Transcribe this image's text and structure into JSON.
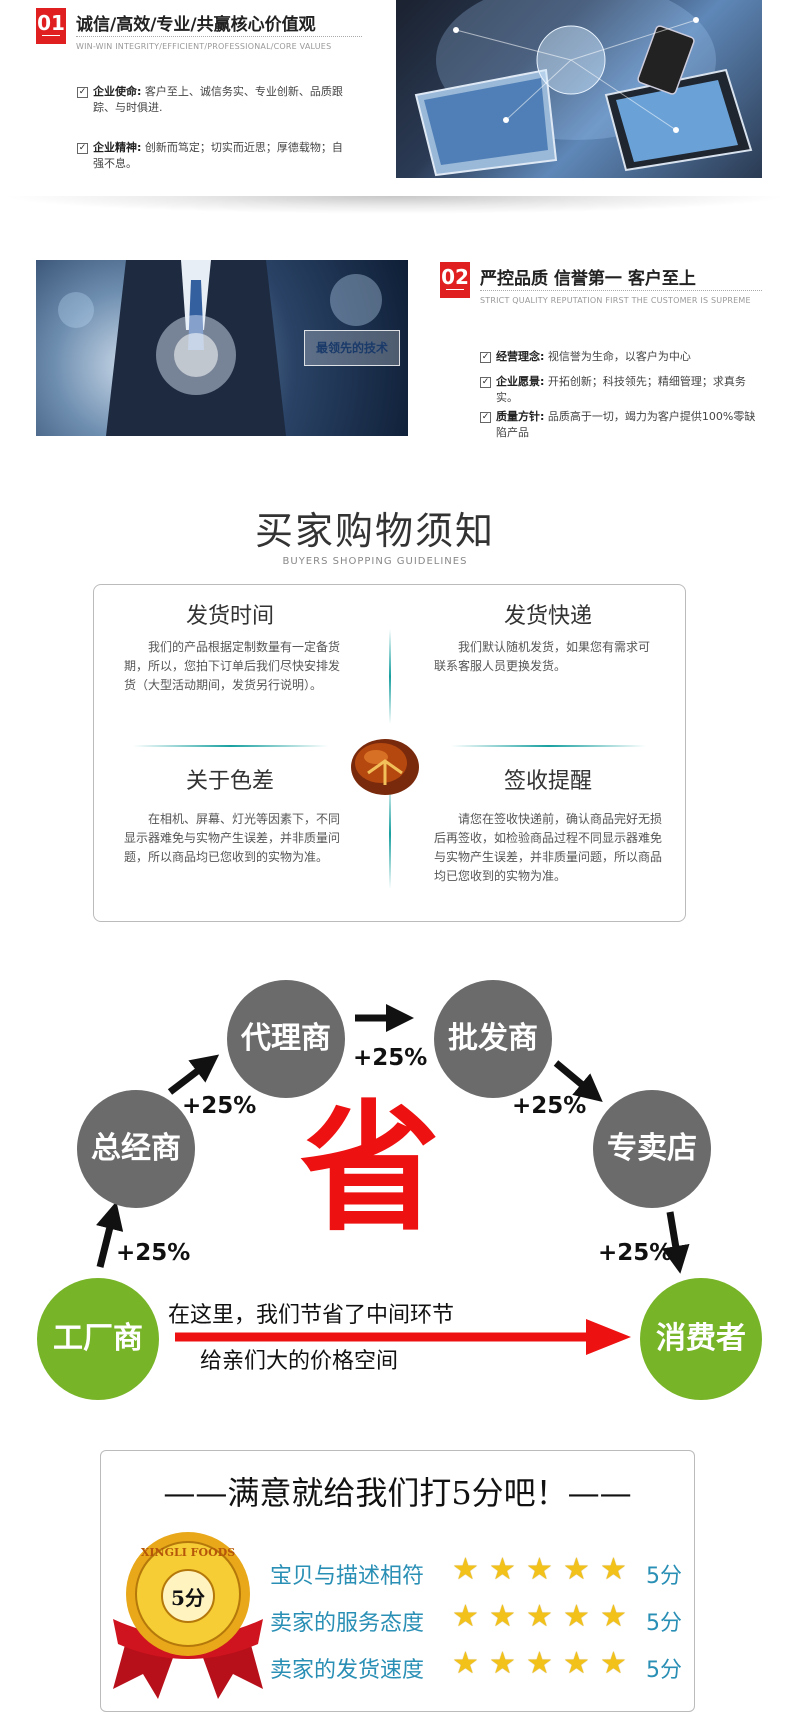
{
  "section1": {
    "number": "01",
    "title": "诚信/高效/专业/共赢核心价值观",
    "subtitle": "WIN-WIN INTEGRITY/EFFICIENT/PROFESSIONAL/CORE VALUES",
    "items": [
      {
        "label": "企业使命:",
        "text": "客户至上、诚信务实、专业创新、品质跟踪、与时俱进."
      },
      {
        "label": "企业精神:",
        "text": "创新而笃定；切实而近思；厚德载物；自强不息。"
      }
    ]
  },
  "section2": {
    "number": "02",
    "title": "严控品质 信誉第一 客户至上",
    "subtitle": "STRICT QUALITY REPUTATION FIRST THE CUSTOMER IS SUPREME",
    "photo_caption": "最领先的技术",
    "items": [
      {
        "label": "经营理念:",
        "text": "视信誉为生命，以客户为中心"
      },
      {
        "label": "企业愿景:",
        "text": "开拓创新；科技领先；精细管理；求真务实。"
      },
      {
        "label": "质量方针:",
        "text": "品质高于一切，竭力为客户提供100%零缺陷产品"
      }
    ]
  },
  "guidelines": {
    "title": "买家购物须知",
    "subtitle": "BUYERS SHOPPING GUIDELINES",
    "blocks": [
      {
        "heading": "发货时间",
        "text": "我们的产品根据定制数量有一定备货期，所以，您拍下订单后我们尽快安排发货（大型活动期间，发货另行说明）。"
      },
      {
        "heading": "发货快递",
        "text": "我们默认随机发货，如果您有需求可联系客服人员更换发货。"
      },
      {
        "heading": "关于色差",
        "text": "在相机、屏幕、灯光等因素下，不同显示器难免与实物产生误差，并非质量问题，所以商品均已您收到的实物为准。"
      },
      {
        "heading": "签收提醒",
        "text": "请您在签收快递前，确认商品完好无损后再签收，如检验商品过程不同显示器难免与实物产生误差，并非质量问题，所以商品均已您收到的实物为准。"
      }
    ]
  },
  "distribution": {
    "nodes": {
      "factory": "工厂商",
      "general": "总经商",
      "agent": "代理商",
      "wholesale": "批发商",
      "store": "专卖店",
      "consumer": "消费者"
    },
    "markup": "+25%",
    "save": "省",
    "line1": "在这里，我们节省了中间环节",
    "line2": "给亲们大的价格空间",
    "colors": {
      "node": "#6b6b6b",
      "end": "#78b428",
      "arrow": "#ee1111"
    }
  },
  "rating": {
    "title": "——满意就给我们打5分吧！——",
    "badge_text": "XINGLI FOODS",
    "badge_score": "5分",
    "rows": [
      {
        "label": "宝贝与描述相符",
        "stars": 5,
        "score": "5分"
      },
      {
        "label": "卖家的服务态度",
        "stars": 5,
        "score": "5分"
      },
      {
        "label": "卖家的发货速度",
        "stars": 5,
        "score": "5分"
      }
    ],
    "color": "#2a8fb5"
  }
}
